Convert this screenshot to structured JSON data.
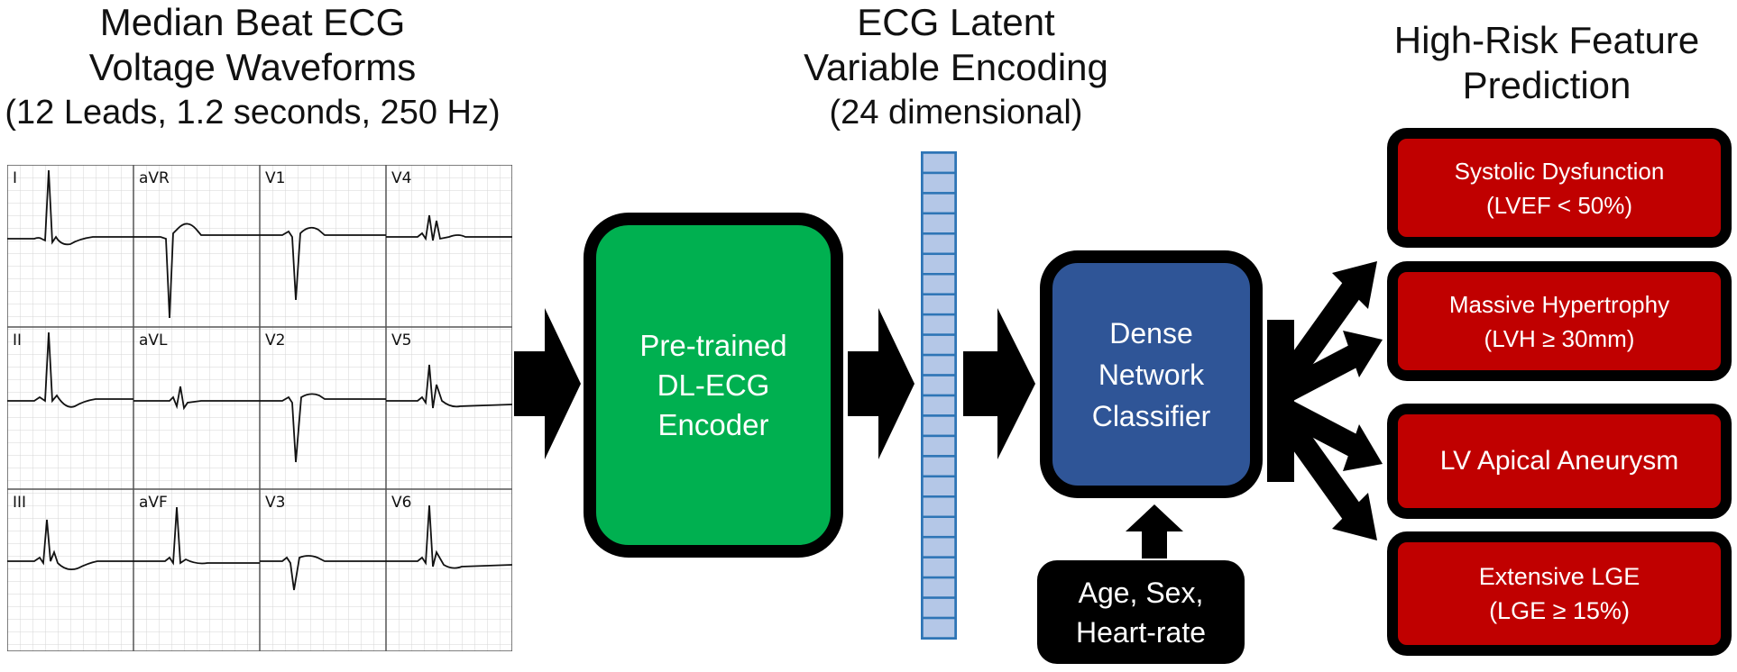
{
  "ecg_panel": {
    "title_line1": "Median Beat ECG",
    "title_line2": "Voltage Waveforms",
    "title_line3": "(12 Leads, 1.2 seconds, 250 Hz)",
    "leads": [
      "I",
      "aVR",
      "V1",
      "V4",
      "II",
      "aVL",
      "V2",
      "V5",
      "III",
      "aVF",
      "V3",
      "V6"
    ]
  },
  "encoder": {
    "line1": "Pre-trained",
    "line2": "DL-ECG",
    "line3": "Encoder"
  },
  "latent": {
    "title_line1": "ECG Latent",
    "title_line2": "Variable Encoding",
    "title_line3": "(24 dimensional)",
    "cell_color": "#b4c7e7",
    "border_color": "#2e75b6"
  },
  "classifier": {
    "line1": "Dense",
    "line2": "Network",
    "line3": "Classifier"
  },
  "covariates": {
    "line1": "Age, Sex,",
    "line2": "Heart-rate"
  },
  "risk": {
    "title_line1": "High-Risk Feature",
    "title_line2": "Prediction",
    "features": [
      {
        "line1": "Systolic Dysfunction",
        "line2": "(LVEF < 50%)"
      },
      {
        "line1": "Massive Hypertrophy",
        "line2": "(LVH ≥ 30mm)"
      },
      {
        "line1": "LV Apical Aneurysm",
        "line2": ""
      },
      {
        "line1": "Extensive LGE",
        "line2": "(LGE ≥ 15%)"
      }
    ]
  },
  "colors": {
    "encoder": "#00b050",
    "classifier": "#2f5597",
    "risk": "#c00000",
    "arrow": "#000000"
  }
}
